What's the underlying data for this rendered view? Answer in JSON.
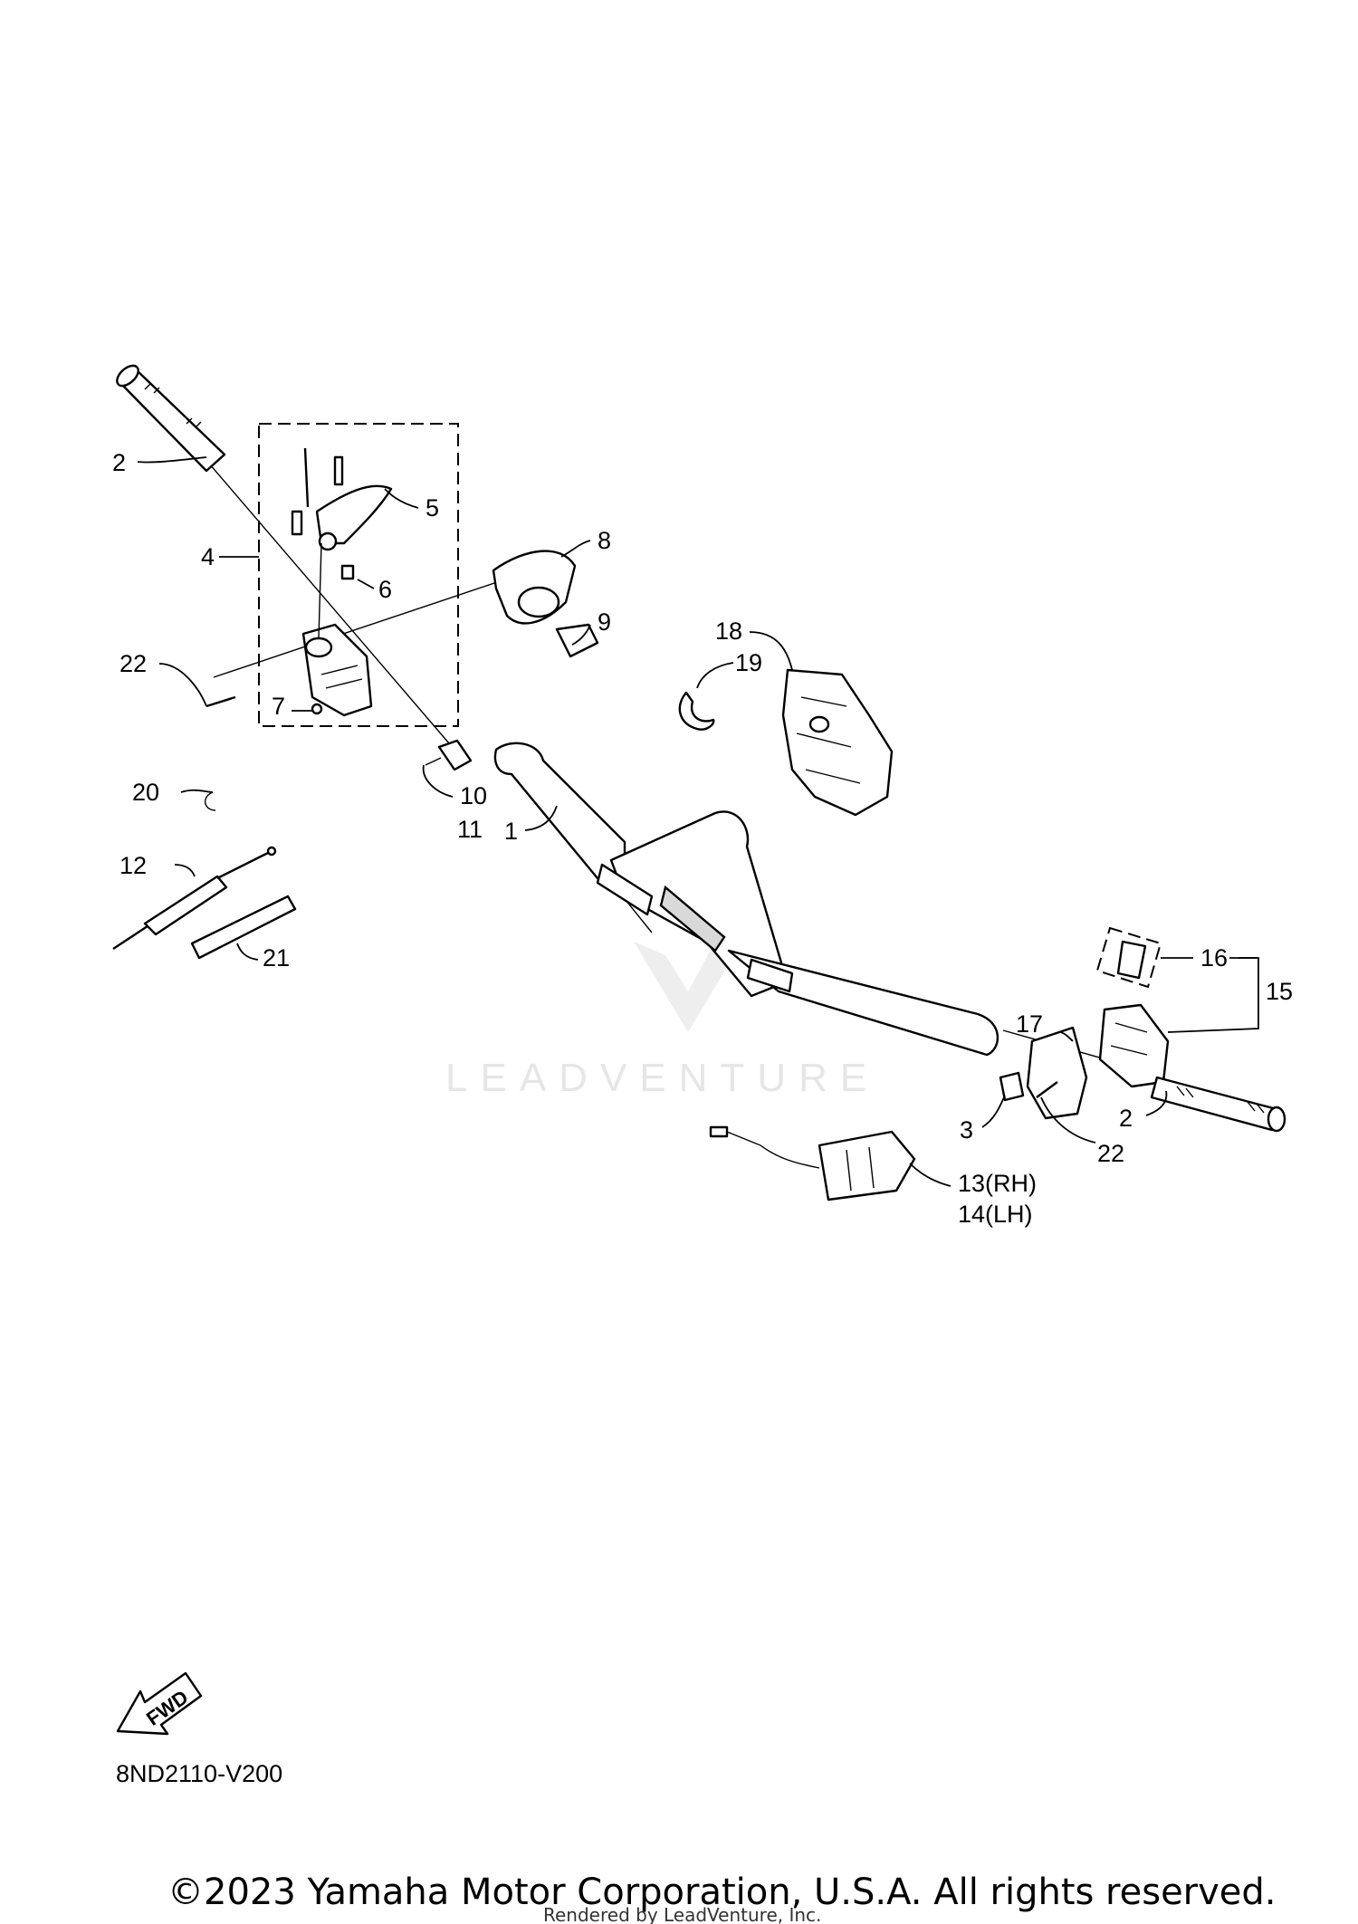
{
  "diagram": {
    "labels": {
      "p1": "1",
      "p2_top": "2",
      "p2_right": "2",
      "p3": "3",
      "p4": "4",
      "p5": "5",
      "p6": "6",
      "p7": "7",
      "p8": "8",
      "p9": "9",
      "p10": "10",
      "p11": "11",
      "p12": "12",
      "p13": "13(RH)",
      "p14": "14(LH)",
      "p15": "15",
      "p16": "16",
      "p17": "17",
      "p18": "18",
      "p19": "19",
      "p20": "20",
      "p21": "21",
      "p22_left": "22",
      "p22_right": "22"
    },
    "fwd_label": "FWD",
    "drawing_code": "8ND2110-V200",
    "watermark": "LEADVENTURE"
  },
  "footer": {
    "copyright": "©2023 Yamaha Motor Corporation, U.S.A. All rights reserved.",
    "rendered_by": "Rendered by LeadVenture, Inc."
  }
}
